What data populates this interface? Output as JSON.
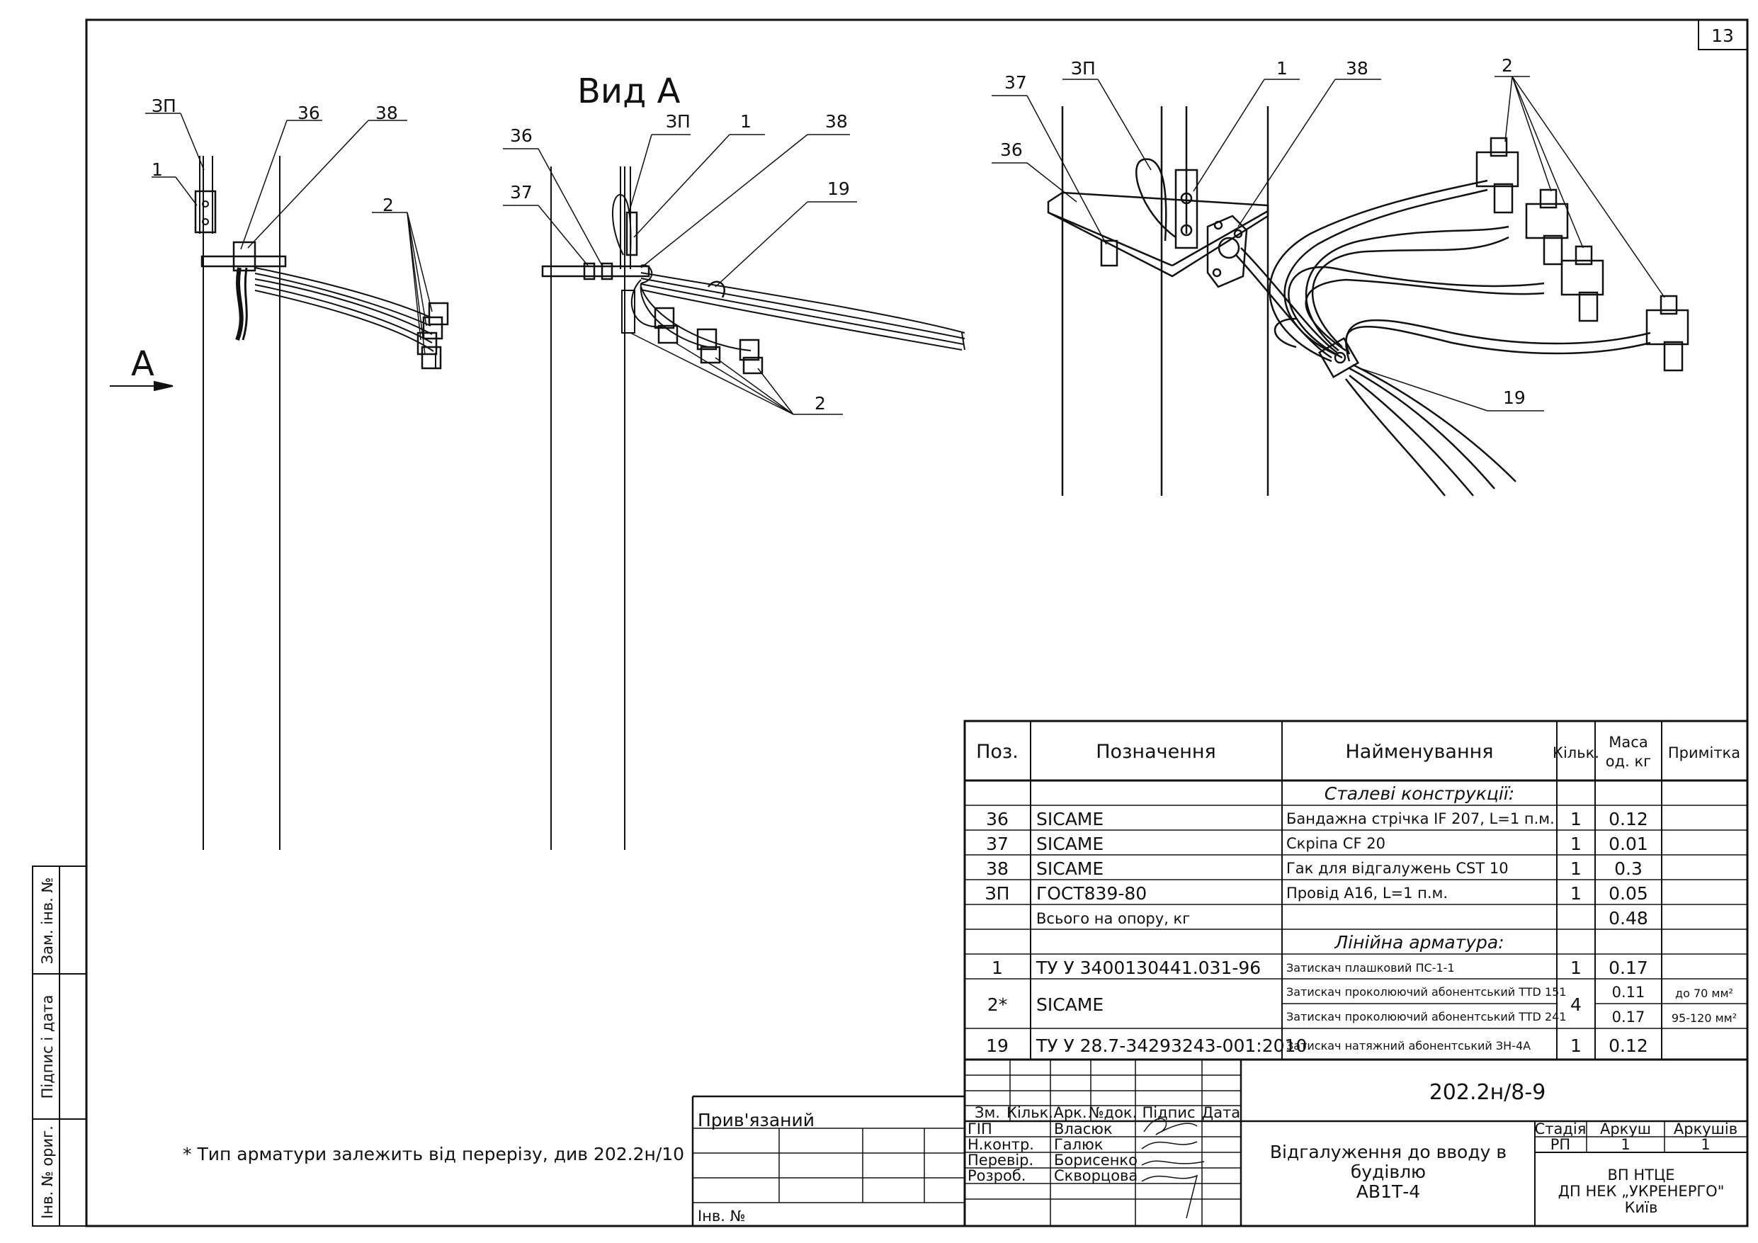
{
  "sheet_number": "13",
  "view_title": "Вид А",
  "view_arrow_label": "А",
  "footnote": "* Тип арматури залежить від перерізу, див 202.2н/10",
  "callouts": {
    "zp": "ЗП",
    "p1": "1",
    "p2": "2",
    "p19": "19",
    "p36": "36",
    "p37": "37",
    "p38": "38"
  },
  "spec": {
    "headers": {
      "pos": "Поз.",
      "designation": "Позначення",
      "name": "Найменування",
      "qty": "Кільк.",
      "mass_line1": "Маса",
      "mass_line2": "од. кг",
      "note": "Примітка"
    },
    "section_steel": "Сталеві конструкції:",
    "section_line": "Лінійна арматура:",
    "rows_steel": [
      {
        "pos": "36",
        "designation": "SICAME",
        "name": "Бандажна стрічка IF 207, L=1 п.м.",
        "qty": "1",
        "mass": "0.12",
        "note": ""
      },
      {
        "pos": "37",
        "designation": "SICAME",
        "name": "Скріпа CF 20",
        "qty": "1",
        "mass": "0.01",
        "note": ""
      },
      {
        "pos": "38",
        "designation": "SICAME",
        "name": "Гак для відгалужень CST 10",
        "qty": "1",
        "mass": "0.3",
        "note": ""
      },
      {
        "pos": "ЗП",
        "designation": "ГОСТ839-80",
        "name": "Провід А16, L=1 п.м.",
        "qty": "1",
        "mass": "0.05",
        "note": ""
      }
    ],
    "total_label": "Всього на опору, кг",
    "total_mass": "0.48",
    "row_1": {
      "pos": "1",
      "designation": "ТУ У 3400130441.031-96",
      "name": "Затискач плашковий ПС-1-1",
      "qty": "1",
      "mass": "0.17"
    },
    "row_2": {
      "pos": "2*",
      "designation": "SICAME",
      "qty": "4",
      "items": [
        {
          "name": "Затискач проколюючий абонентський TTD 151",
          "mass": "0.11",
          "note": "до 70 мм²"
        },
        {
          "name": "Затискач проколюючий абонентський TTD 241",
          "mass": "0.17",
          "note": "95-120 мм²"
        }
      ]
    },
    "row_19": {
      "pos": "19",
      "designation": "ТУ У 28.7-34293243-001:2010",
      "name": "Затискач натяжний абонентський ЗН-4А",
      "qty": "1",
      "mass": "0.12"
    }
  },
  "title_block": {
    "doc_code": "202.2н/8-9",
    "linked_label": "Прив'язаний",
    "inv_label": "Інв. №",
    "rev_headers": [
      "Зм.",
      "Кільк.",
      "Арк.",
      "№док.",
      "Підпис",
      "Дата"
    ],
    "roles": [
      {
        "role": "ГІП",
        "name": "Власюк"
      },
      {
        "role": "Н.контр.",
        "name": "Галюк"
      },
      {
        "role": "Перевір.",
        "name": "Борисенко"
      },
      {
        "role": "Розроб.",
        "name": "Скворцова"
      }
    ],
    "drawing_title": [
      "Відгалуження до вводу в",
      "будівлю",
      "АВ1Т-4"
    ],
    "stage_label": "Стадія",
    "sheet_label": "Аркуш",
    "sheets_label": "Аркушів",
    "stage": "РП",
    "sheet": "1",
    "sheets": "1",
    "org": [
      "ВП НТЦЕ",
      "ДП НЕК „УКРЕНЕРГО\"",
      "Київ"
    ]
  },
  "side_stamp": [
    "Зам. інв. №",
    "Підпис і дата",
    "Інв. № ориг."
  ]
}
